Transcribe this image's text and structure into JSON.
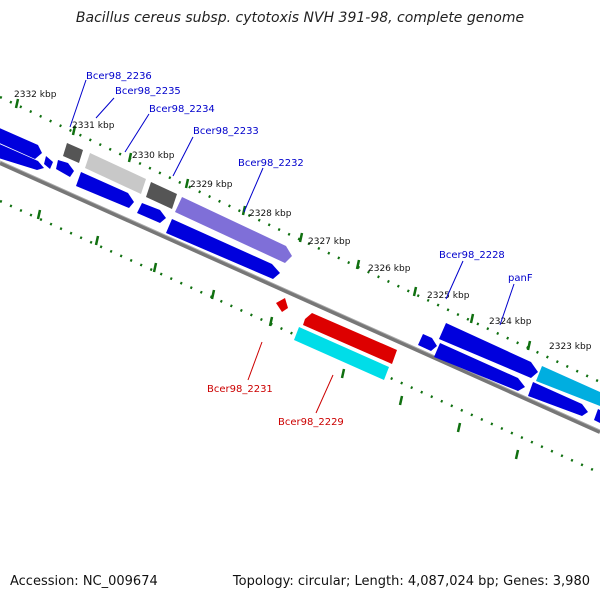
{
  "title": "Bacillus cereus subsp. cytotoxis NVH 391-98, complete genome",
  "footer": {
    "accession": "Accession: NC_009674",
    "summary": "Topology: circular; Length: 4,087,024 bp; Genes: 3,980"
  },
  "colors": {
    "forward_gene": "#0000dd",
    "reverse_gene": "#dd0000",
    "cyan_gene": "#00d8e8",
    "purple_gene": "#7f6fd8",
    "gray_gene": "#666666",
    "light_gray_gene": "#c8c8c8",
    "backbone": "#777777",
    "tick": "#107010",
    "label_blue": "#0000cc",
    "label_red": "#cc0000"
  },
  "kbp_labels": [
    "2332 kbp",
    "2331 kbp",
    "2330 kbp",
    "2329 kbp",
    "2328 kbp",
    "2327 kbp",
    "2326 kbp",
    "2325 kbp",
    "2324 kbp",
    "2323 kbp"
  ],
  "gene_labels_top": [
    "Bcer98_2236",
    "Bcer98_2235",
    "Bcer98_2234",
    "Bcer98_2233",
    "Bcer98_2232",
    "Bcer98_2228",
    "panF"
  ],
  "gene_labels_bottom": [
    "Bcer98_2231",
    "Bcer98_2229"
  ]
}
